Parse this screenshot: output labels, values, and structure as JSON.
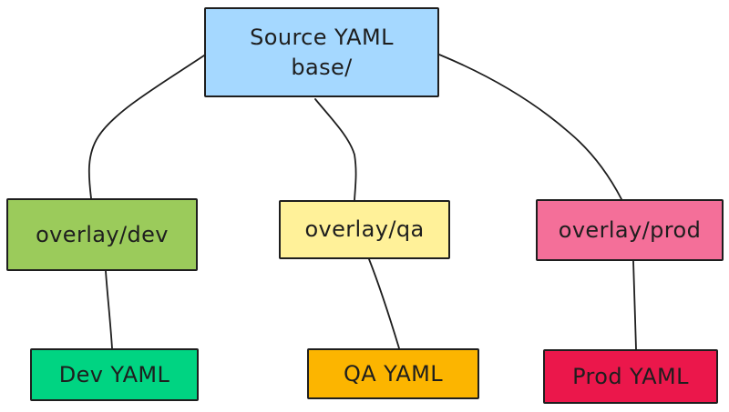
{
  "diagram": {
    "nodes": {
      "source": {
        "line1": "Source YAML",
        "line2": "base/"
      },
      "overlay_dev": "overlay/dev",
      "overlay_qa": "overlay/qa",
      "overlay_prod": "overlay/prod",
      "dev_yaml": "Dev YAML",
      "qa_yaml": "QA YAML",
      "prod_yaml": "Prod YAML"
    },
    "edges": [
      [
        "source",
        "overlay_dev"
      ],
      [
        "source",
        "overlay_qa"
      ],
      [
        "source",
        "overlay_prod"
      ],
      [
        "overlay_dev",
        "dev_yaml"
      ],
      [
        "overlay_qa",
        "qa_yaml"
      ],
      [
        "overlay_prod",
        "prod_yaml"
      ]
    ],
    "colors": {
      "source": "#a5d8ff",
      "overlay_dev": "#9bcb5b",
      "overlay_qa": "#fff199",
      "overlay_prod": "#f46f99",
      "dev_yaml": "#00d482",
      "qa_yaml": "#fcb500",
      "prod_yaml": "#eb174b",
      "stroke": "#1e1e1e"
    }
  }
}
